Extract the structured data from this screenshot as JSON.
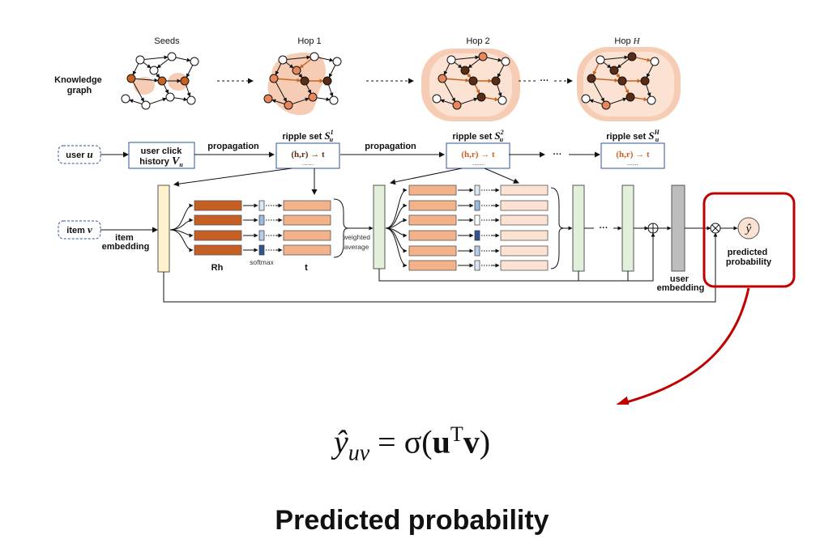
{
  "diagram": {
    "seeds": "Seeds",
    "hop1": "Hop 1",
    "hop2": "Hop 2",
    "hopH_prefix": "Hop ",
    "hopH_var": "H",
    "knowledge_graph": [
      "Knowledge",
      "graph"
    ],
    "user": {
      "text": "user ",
      "var": "u"
    },
    "item": {
      "text": "item ",
      "var": "v"
    },
    "click_history": [
      "user click",
      "history "
    ],
    "click_history_var": "V",
    "click_history_sub": "u",
    "propagation": "propagation",
    "ripple_prefix": "ripple set ",
    "ripple_var": "S",
    "ripple_sub": "u",
    "ripple_sups": [
      "1",
      "2",
      "H"
    ],
    "ripple_formula": "(h,r) → t",
    "ellipsis_dots": "......",
    "ellipsis": "···",
    "item_embedding": [
      "item",
      "embedding"
    ],
    "rh": "Rh",
    "softmax": "softmax",
    "t": "t",
    "weighted_average": [
      "weighted",
      "average"
    ],
    "user_embedding": [
      "user",
      "embedding"
    ],
    "predicted_probability": [
      "predicted",
      "probability"
    ],
    "y_hat": "ŷ"
  },
  "formula": {
    "y": "ŷ",
    "sub": "uv",
    "eq": " = σ(",
    "u": "u",
    "sup": "T",
    "v": "v",
    "close": ")"
  },
  "caption": "Predicted probability",
  "colors": {
    "node_dark_orange": "#c8621e",
    "node_mid_orange": "#e8885a",
    "node_brown": "#5a2e16",
    "halo": "#f6cdb4",
    "rh_bar": "#c65f23",
    "t_bar": "#f4b28a",
    "t_bar_light": "#fbe2d2",
    "green_bar": "#e2efda",
    "yellow_bar": "#fff2cc",
    "gray_bar": "#bdbdbd",
    "highlight_red": "#c00000",
    "blue_box": "#2f5597"
  }
}
